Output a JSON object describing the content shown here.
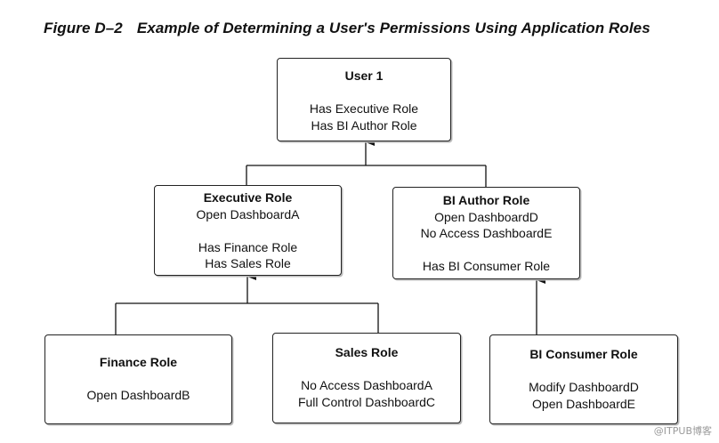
{
  "caption": {
    "figure_number": "Figure D–2",
    "title": "Example of Determining a User's Permissions Using Application Roles"
  },
  "nodes": {
    "user1": {
      "title": "User 1",
      "lines": [
        "Has Executive Role",
        "Has BI Author Role"
      ]
    },
    "executive": {
      "title": "Executive Role",
      "lines": [
        "Open DashboardA",
        "Has Finance Role",
        "Has Sales Role"
      ]
    },
    "bi_author": {
      "title": "BI Author Role",
      "lines": [
        "Open DashboardD",
        "No Access DashboardE",
        "Has BI Consumer Role"
      ]
    },
    "finance": {
      "title": "Finance Role",
      "lines": [
        "Open DashboardB"
      ]
    },
    "sales": {
      "title": "Sales Role",
      "lines": [
        "No Access DashboardA",
        "Full Control DashboardC"
      ]
    },
    "bi_consumer": {
      "title": "BI Consumer Role",
      "lines": [
        "Modify DashboardD",
        "Open DashboardE"
      ]
    }
  },
  "edges": [
    {
      "from": "executive",
      "to": "user1"
    },
    {
      "from": "bi_author",
      "to": "user1"
    },
    {
      "from": "finance",
      "to": "executive"
    },
    {
      "from": "sales",
      "to": "executive"
    },
    {
      "from": "bi_consumer",
      "to": "bi_author"
    }
  ],
  "watermark": "@ITPUB博客"
}
